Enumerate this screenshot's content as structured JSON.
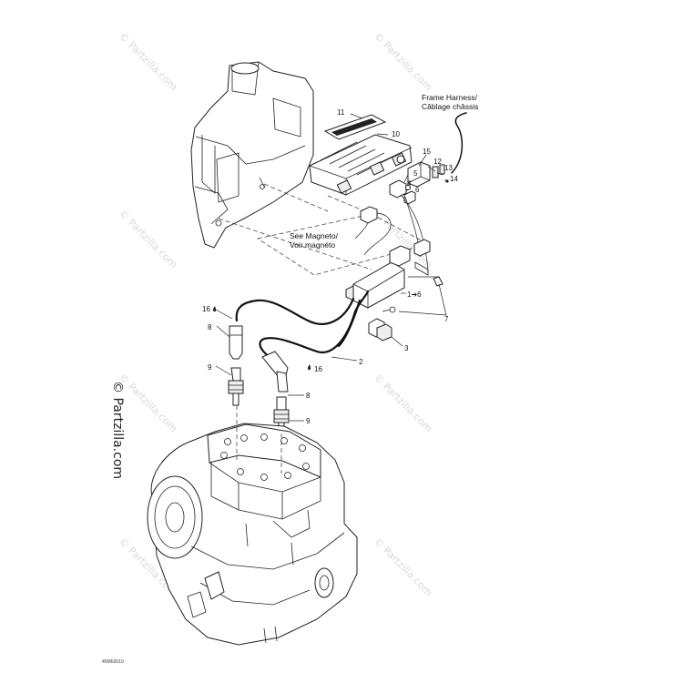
{
  "labels": {
    "frame_harness_en": "Frame Harness/",
    "frame_harness_fr": "Câblage châssis",
    "see_magneto_en": "See Magneto/",
    "see_magneto_fr": "Voir magnéto",
    "n11": "11",
    "n10": "10",
    "n15": "15",
    "n12": "12",
    "n13": "13",
    "n14": "14",
    "n5": "5",
    "n4": "4",
    "n6": "6",
    "n1to6": "1➔6",
    "n7": "7",
    "n3": "3",
    "n2": "2",
    "n16a": "16",
    "n16b": "16",
    "n8a": "8",
    "n8b": "8",
    "n9a": "9",
    "n9b": "9"
  },
  "watermark": {
    "text": "© Partzilla.com",
    "side_text": "© Partzilla.com"
  },
  "footer": {
    "code": "45Mh2010"
  }
}
